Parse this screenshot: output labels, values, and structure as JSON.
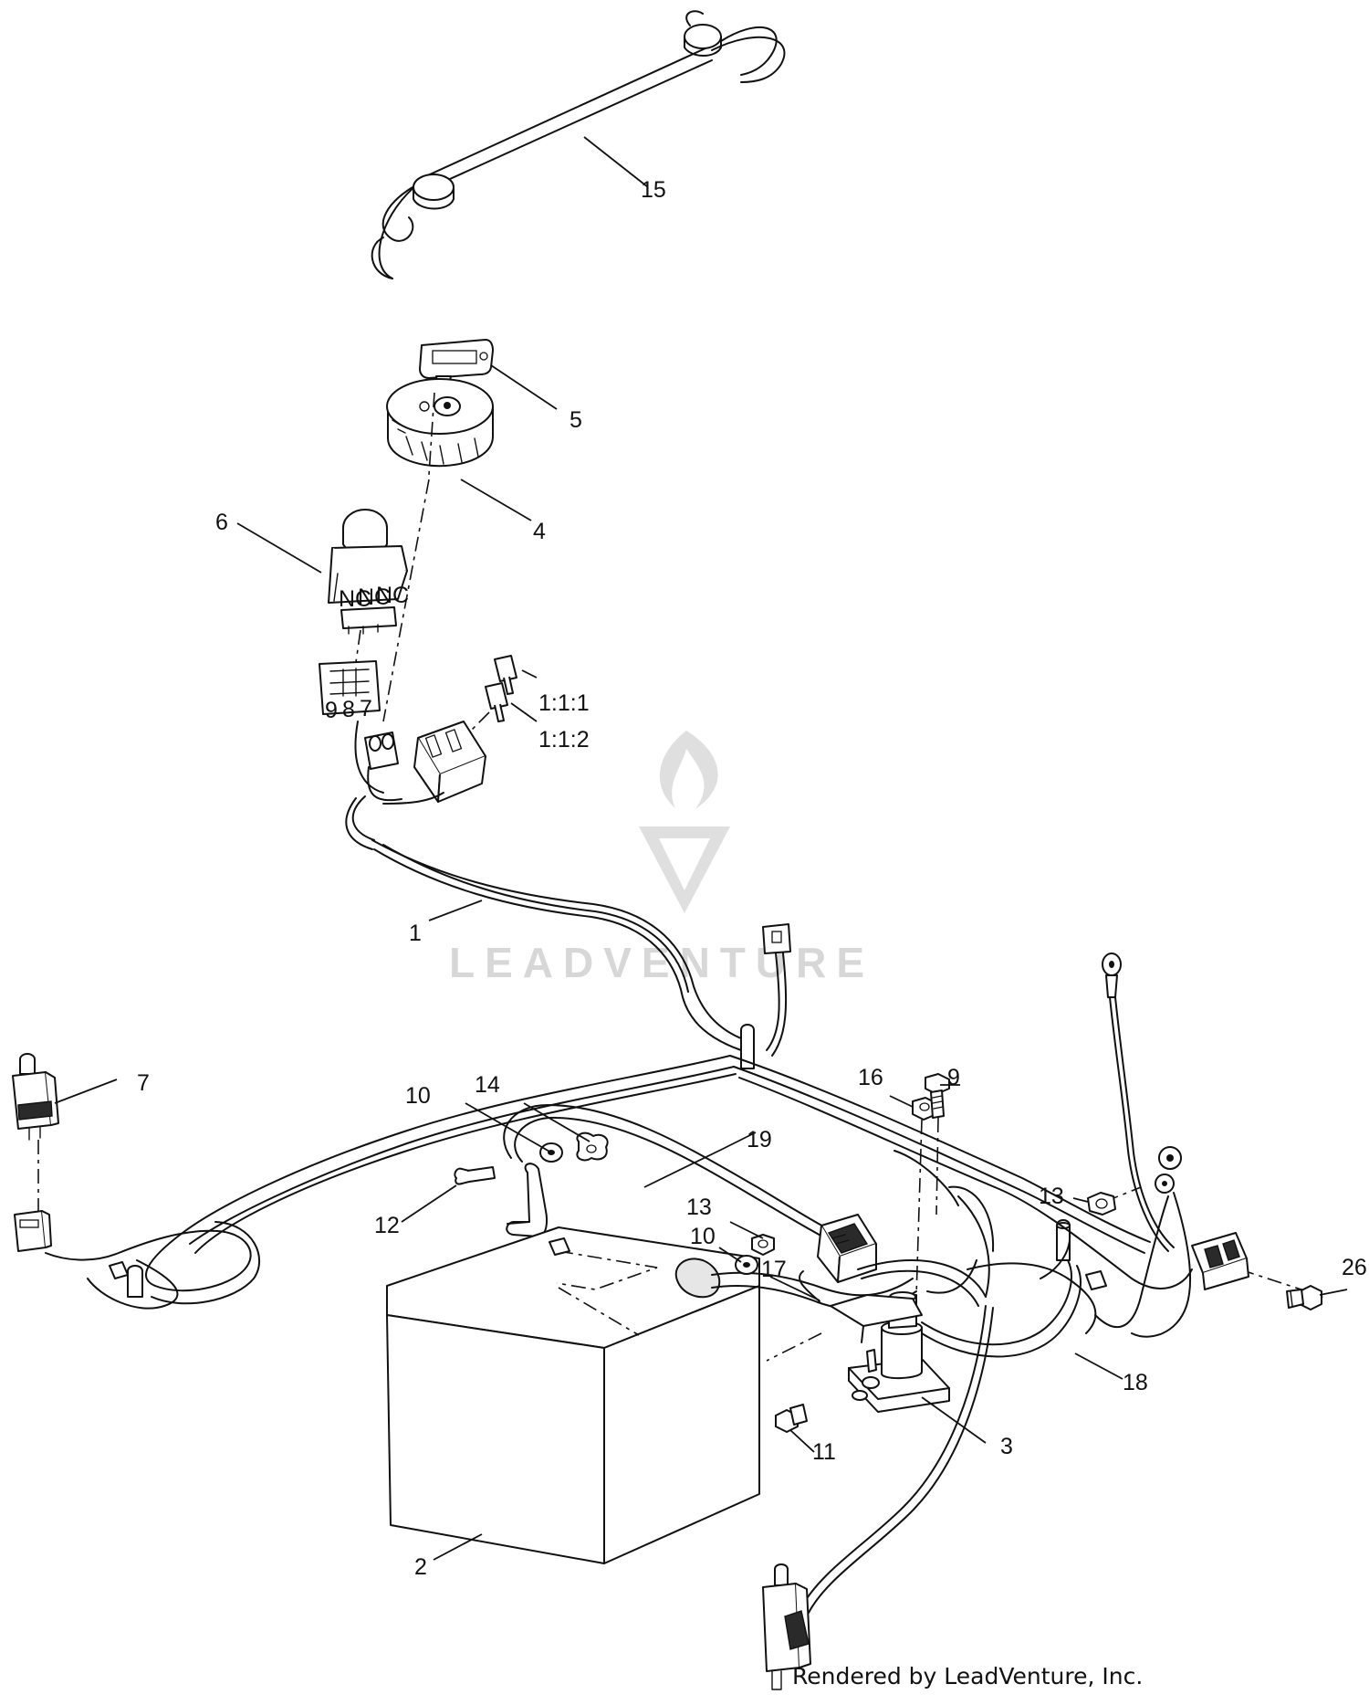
{
  "callouts": {
    "c15": "15",
    "c5": "5",
    "c4": "4",
    "c6": "6",
    "c111": "1:1:1",
    "c112": "1:1:2",
    "c1": "1",
    "c7": "7",
    "c10a": "10",
    "c14": "14",
    "c19": "19",
    "c16": "16",
    "c9": "9",
    "c12": "12",
    "c13a": "13",
    "c10b": "10",
    "c17": "17",
    "c13b": "13",
    "c26": "26",
    "c18": "18",
    "c11": "11",
    "c3": "3",
    "c2": "2"
  },
  "switch_terminals": {
    "t9": "9",
    "t8": "8",
    "t7": "7",
    "nc1": "NC",
    "nc2": "NC",
    "nc3": "NC"
  },
  "watermark": {
    "text": "LEADVENTURE"
  },
  "credit": "Rendered by LeadVenture, Inc.",
  "colors": {
    "line": "#111111",
    "watermark": "#d7d7d7",
    "background": "#ffffff"
  }
}
